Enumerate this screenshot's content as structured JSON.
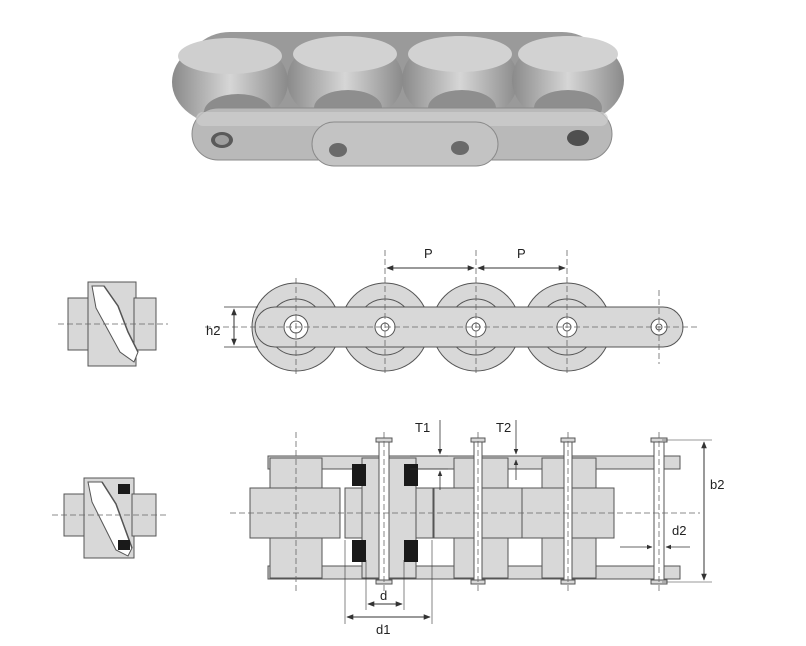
{
  "labels": {
    "pitch_1": "P",
    "pitch_2": "P",
    "plate_height": "h2",
    "plate_thickness_1": "T1",
    "plate_thickness_2": "T2",
    "overall_width": "b2",
    "pin_diameter": "d2",
    "bush_diameter": "d",
    "roller_diameter": "d1"
  },
  "colors": {
    "part_fill": "#d8d8d8",
    "outline": "#555555",
    "seal_black": "#1a1a1a",
    "center_line": "#666666",
    "photo_metal": "#a7a7a7"
  },
  "icons": [
    "chain-photo",
    "seal-section-icon-1",
    "seal-section-icon-2"
  ]
}
